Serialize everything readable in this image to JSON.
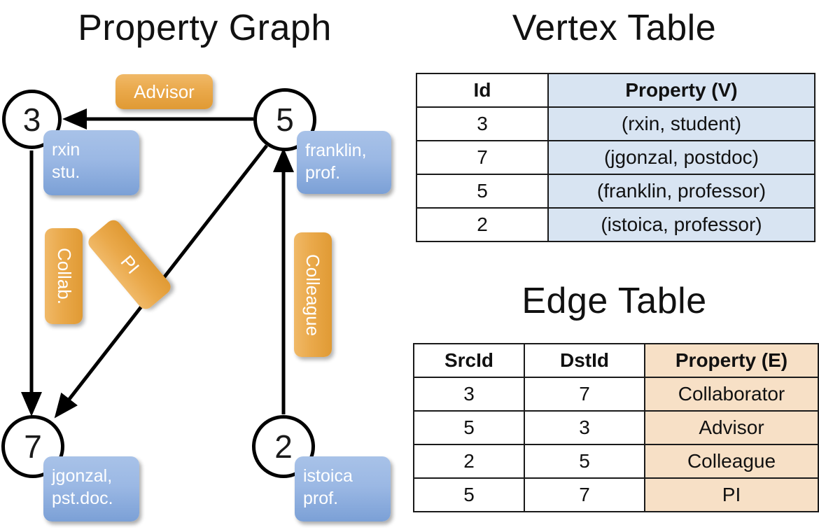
{
  "titles": {
    "property_graph": "Property Graph",
    "vertex_table": "Vertex Table",
    "edge_table": "Edge Table"
  },
  "colors": {
    "node_stroke": "#000000",
    "vertex_property_fill": "#d8e4f2",
    "edge_property_fill": "#f7e0c6",
    "vertex_box_blue": "#9bb8e4",
    "edge_label_orange": "#eaa94b"
  },
  "graph": {
    "nodes": [
      {
        "id": "3",
        "property_line1": "rxin",
        "property_line2": "stu."
      },
      {
        "id": "5",
        "property_line1": "franklin,",
        "property_line2": "prof."
      },
      {
        "id": "7",
        "property_line1": "jgonzal,",
        "property_line2": "pst.doc."
      },
      {
        "id": "2",
        "property_line1": "istoica",
        "property_line2": "prof."
      }
    ],
    "edge_labels": [
      {
        "text": "Advisor",
        "orientation": "horizontal"
      },
      {
        "text": "Collab.",
        "orientation": "vertical"
      },
      {
        "text": "PI",
        "orientation": "diagonal"
      },
      {
        "text": "Colleague",
        "orientation": "vertical"
      }
    ]
  },
  "vertex_table": {
    "headers": [
      "Id",
      "Property (V)"
    ],
    "rows": [
      {
        "id": "3",
        "property": "(rxin, student)"
      },
      {
        "id": "7",
        "property": "(jgonzal, postdoc)"
      },
      {
        "id": "5",
        "property": "(franklin, professor)"
      },
      {
        "id": "2",
        "property": "(istoica, professor)"
      }
    ]
  },
  "edge_table": {
    "headers": [
      "SrcId",
      "DstId",
      "Property (E)"
    ],
    "rows": [
      {
        "src": "3",
        "dst": "7",
        "property": "Collaborator"
      },
      {
        "src": "5",
        "dst": "3",
        "property": "Advisor"
      },
      {
        "src": "2",
        "dst": "5",
        "property": "Colleague"
      },
      {
        "src": "5",
        "dst": "7",
        "property": "PI"
      }
    ]
  }
}
